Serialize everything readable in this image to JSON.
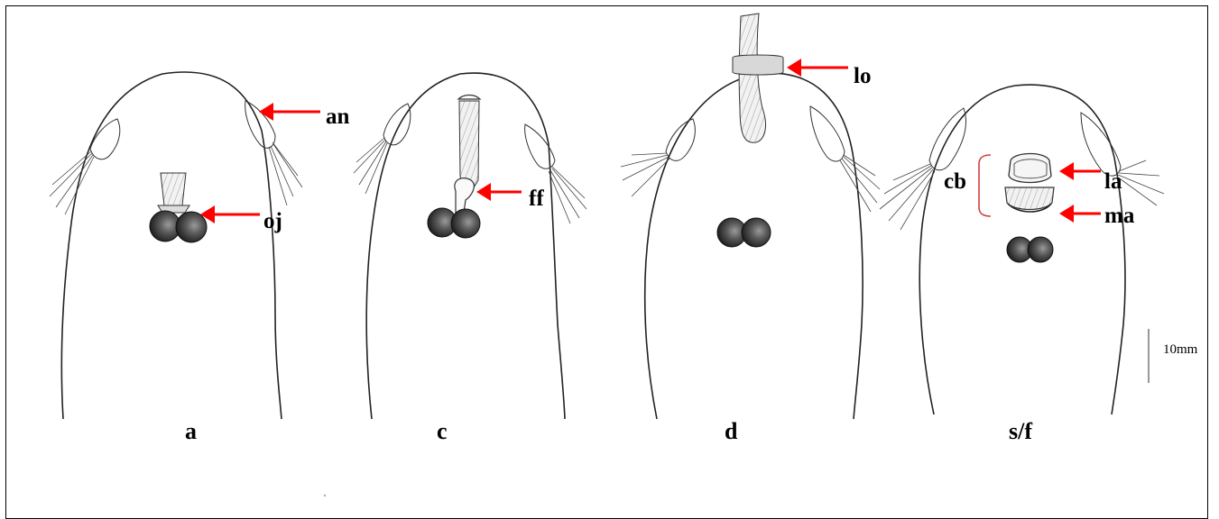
{
  "panels": [
    {
      "id": "a",
      "label": "a"
    },
    {
      "id": "c",
      "label": "c"
    },
    {
      "id": "d",
      "label": "d"
    },
    {
      "id": "sf",
      "label": "s/f"
    }
  ],
  "annotations": {
    "an": "an",
    "oj": "oj",
    "ff": "ff",
    "lo": "lo",
    "cb": "cb",
    "la": "la",
    "ma": "ma"
  },
  "scale_bar": {
    "label": "10mm"
  },
  "colors": {
    "arrow": "#ff0000",
    "ink": "#222222",
    "eye": "#333333"
  }
}
